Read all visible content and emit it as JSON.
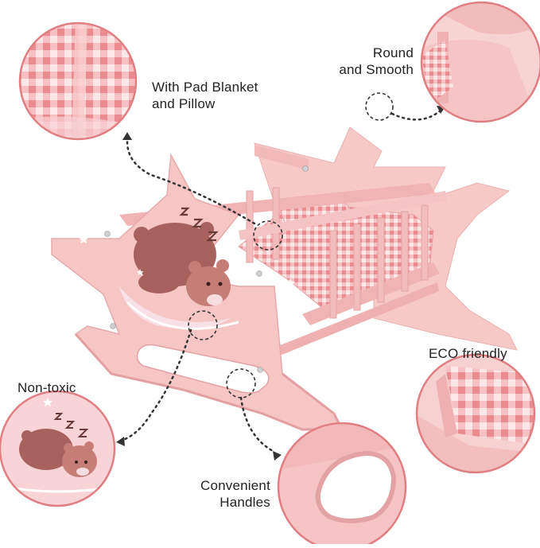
{
  "labels": {
    "pad": [
      "With Pad Blanket",
      "and Pillow"
    ],
    "round": [
      "Round",
      "and Smooth"
    ],
    "eco": [
      "ECO friendly"
    ],
    "nontoxic": [
      "Non-toxic"
    ],
    "handles": [
      "Convenient",
      "Handles"
    ]
  },
  "colors": {
    "wood_pink": "#f5c2c2",
    "wood_dark": "#e8a9aa",
    "gingham_light": "#fbe3e3",
    "gingham_dark": "#ef9a9c",
    "bear": "#a8625e",
    "callout_ring": "#e07e82",
    "dotted": "#333333"
  }
}
